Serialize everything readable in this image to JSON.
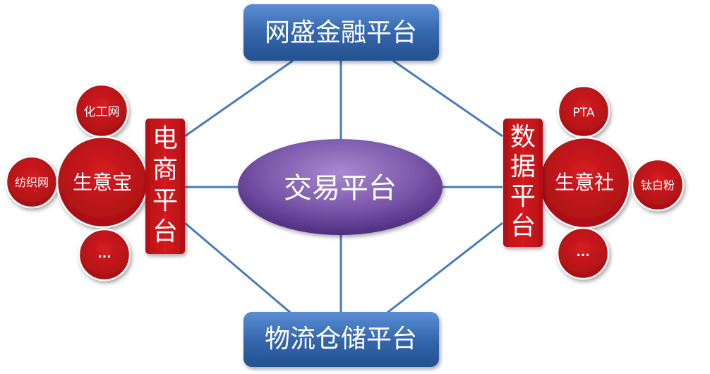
{
  "nodes": {
    "center": "交易平台",
    "top": "网盛金融平台",
    "bottom": "物流仓储平台",
    "left": "电商平台",
    "right": "数据平台",
    "left_hub": "生意宝",
    "right_hub": "生意社",
    "left_satellites": [
      "化工网",
      "纺织网",
      "..."
    ],
    "right_satellites": [
      "PTA",
      "钛白粉",
      "..."
    ]
  },
  "colors": {
    "box_blue": "#3a6db3",
    "center_purple": "#7a55a8",
    "red": "#c0161b",
    "line": "#4a7bbd"
  }
}
